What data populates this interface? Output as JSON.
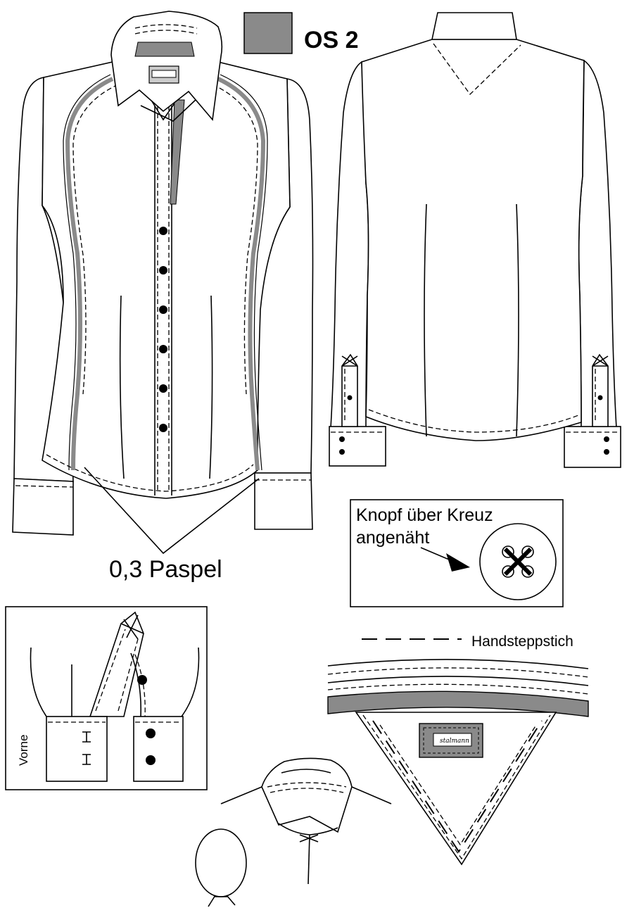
{
  "legend": {
    "code": "OS 2",
    "swatch_color": "#8a8a8a"
  },
  "labels": {
    "paspel": "0,3 Paspel",
    "knopf_line1": "Knopf über Kreuz",
    "knopf_line2": "angenäht",
    "handsteppstich": "Handsteppstich",
    "vorne": "Vorne"
  },
  "brand_label": "stalmann",
  "colors": {
    "piping": "#8a8a8a",
    "line": "#000000",
    "background": "#ffffff"
  }
}
